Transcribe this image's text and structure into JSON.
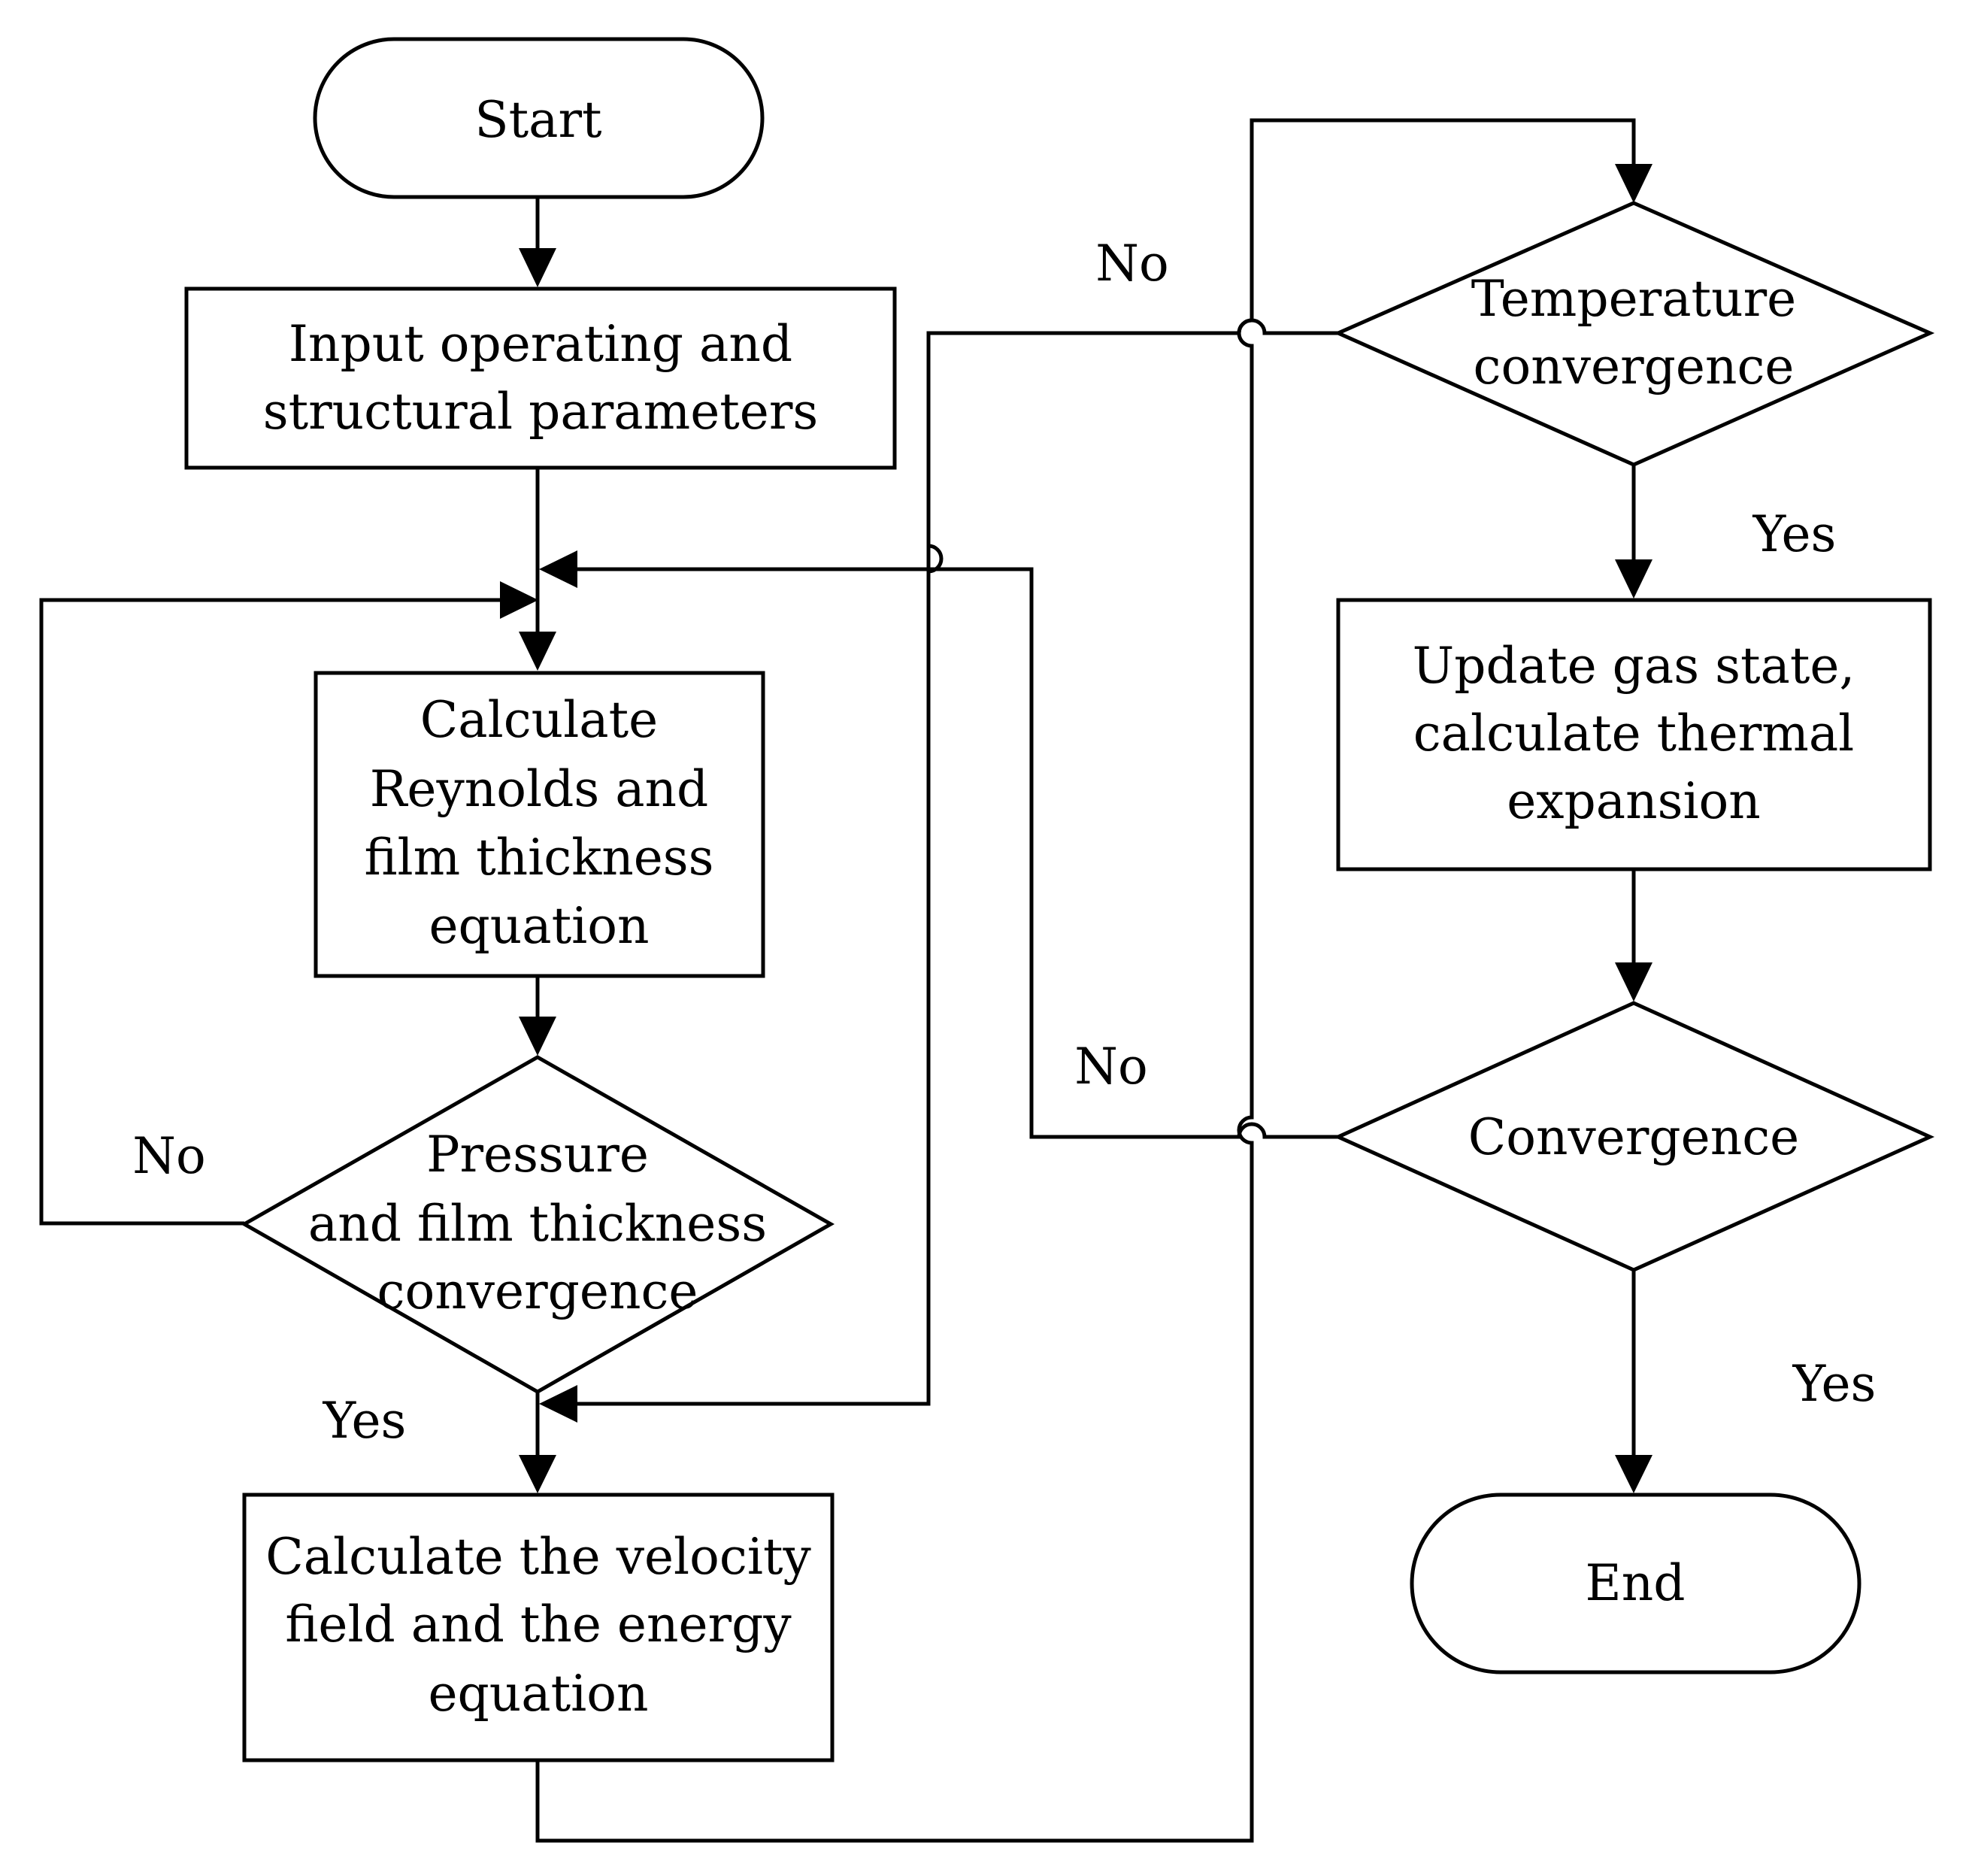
{
  "nodes": {
    "start": {
      "text": "Start"
    },
    "input": {
      "line1": "Input operating and",
      "line2": "structural parameters"
    },
    "calc_reynolds": {
      "line1": "Calculate",
      "line2": "Reynolds  and",
      "line3": "film thickness",
      "line4": "equation"
    },
    "pressure_check": {
      "line1": "Pressure",
      "line2": "and film thickness",
      "line3": "convergence"
    },
    "calc_velocity": {
      "line1": "Calculate the velocity",
      "line2": "field  and the energy",
      "line3": "equation"
    },
    "temp_check": {
      "line1": "Temperature",
      "line2": "convergence"
    },
    "update_gas": {
      "line1": "Update gas state,",
      "line2": "calculate thermal",
      "line3": "expansion"
    },
    "convergence_check": {
      "text": "Convergence"
    },
    "end": {
      "text": "End"
    }
  },
  "edge_labels": {
    "pressure_no": "No",
    "pressure_yes": "Yes",
    "temp_no": "No",
    "temp_yes": "Yes",
    "conv_no": "No",
    "conv_yes": "Yes"
  },
  "colors": {
    "stroke": "#000000",
    "fill": "#ffffff"
  }
}
